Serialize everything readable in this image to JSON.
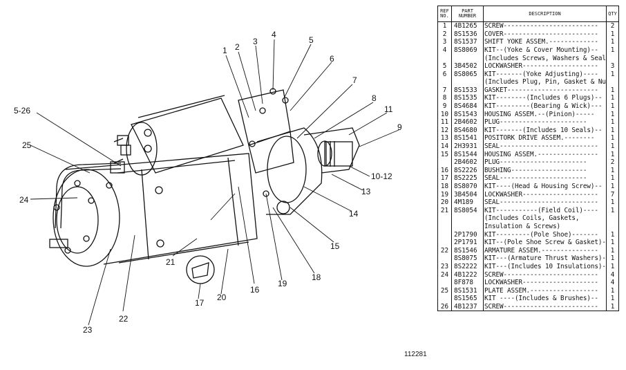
{
  "figure_number": "112281",
  "callouts": [
    "1",
    "2",
    "3",
    "4",
    "5",
    "6",
    "7",
    "8",
    "9",
    "10-12",
    "11",
    "13",
    "14",
    "15",
    "16",
    "17",
    "18",
    "19",
    "20",
    "21",
    "22",
    "23",
    "24",
    "25",
    "5-26"
  ],
  "table": {
    "headers": {
      "ref": "REF NO.",
      "part": "PART NUMBER",
      "desc": "DESCRIPTION",
      "qty": "QTY"
    },
    "rows": [
      {
        "ref": "1",
        "part": "4B1265",
        "desc": "SCREW-------------------------",
        "qty": "2"
      },
      {
        "ref": "2",
        "part": "8S1536",
        "desc": "COVER-------------------------",
        "qty": "1"
      },
      {
        "ref": "3",
        "part": "8S1537",
        "desc": "SHIFT YOKE ASSEM.-------------",
        "qty": "1"
      },
      {
        "ref": "4",
        "part": "8S8069",
        "desc": "KIT--(Yoke & Cover Mounting)--",
        "qty": "1"
      },
      {
        "ref": "",
        "part": "",
        "desc": "(Includes Screws, Washers & Seals)",
        "qty": ""
      },
      {
        "ref": "5",
        "part": "3B4502",
        "desc": "LOCKWASHER--------------------",
        "qty": "3"
      },
      {
        "ref": "6",
        "part": "8S8065",
        "desc": "KIT-------(Yoke Adjusting)----",
        "qty": "1"
      },
      {
        "ref": "",
        "part": "",
        "desc": "(Includes Plug, Pin, Gasket & Nut)",
        "qty": ""
      },
      {
        "ref": "7",
        "part": "8S1533",
        "desc": "GASKET------------------------",
        "qty": "1"
      },
      {
        "ref": "8",
        "part": "8S1535",
        "desc": "KIT--------(Includes 6 Plugs)--",
        "qty": "1"
      },
      {
        "ref": "9",
        "part": "8S4684",
        "desc": "KIT---------(Bearing & Wick)---",
        "qty": "1"
      },
      {
        "ref": "10",
        "part": "8S1543",
        "desc": "HOUSING ASSEM.--(Pinion)-----",
        "qty": "1"
      },
      {
        "ref": "11",
        "part": "2B4602",
        "desc": "   PLUG-----------------------",
        "qty": "1"
      },
      {
        "ref": "12",
        "part": "8S4680",
        "desc": "KIT-------(Includes 10 Seals)--",
        "qty": "1"
      },
      {
        "ref": "13",
        "part": "8S1541",
        "desc": "POSITORK DRIVE ASSEM.--------",
        "qty": "1"
      },
      {
        "ref": "14",
        "part": "2H3931",
        "desc": "SEAL--------------------------",
        "qty": "1"
      },
      {
        "ref": "15",
        "part": "8S1544",
        "desc": "HOUSING ASSEM.----------------",
        "qty": "1"
      },
      {
        "ref": "",
        "part": "2B4602",
        "desc": "   PLUG-----------------------",
        "qty": "2"
      },
      {
        "ref": "16",
        "part": "8S2226",
        "desc": "   BUSHING--------------------",
        "qty": "1"
      },
      {
        "ref": "17",
        "part": "8S2225",
        "desc": "   SEAL-----------------------",
        "qty": "1"
      },
      {
        "ref": "18",
        "part": "8S8070",
        "desc": "KIT----(Head & Housing Screw)--",
        "qty": "1"
      },
      {
        "ref": "19",
        "part": "3B4504",
        "desc": "LOCKWASHER--------------------",
        "qty": "7"
      },
      {
        "ref": "20",
        "part": "4M189",
        "desc": "SEAL--------------------------",
        "qty": "1"
      },
      {
        "ref": "21",
        "part": "8S8054",
        "desc": "KIT-----------(Field Coil)----",
        "qty": "1"
      },
      {
        "ref": "",
        "part": "",
        "desc": "(Includes Coils, Gaskets,",
        "qty": ""
      },
      {
        "ref": "",
        "part": "",
        "desc": "           Insulation & Screws)",
        "qty": ""
      },
      {
        "ref": "",
        "part": "2P1790",
        "desc": "KIT---------(Pole Shoe)-------",
        "qty": "1"
      },
      {
        "ref": "",
        "part": "2P1791",
        "desc": "KIT--(Pole Shoe Screw & Gasket)-",
        "qty": "1"
      },
      {
        "ref": "22",
        "part": "8S1546",
        "desc": "ARMATURE ASSEM.---------------",
        "qty": "1"
      },
      {
        "ref": "",
        "part": "8S8075",
        "desc": "KIT---(Armature Thrust Washers)-",
        "qty": "1"
      },
      {
        "ref": "23",
        "part": "8S2222",
        "desc": "KIT---(Includes 10 Insulations)--",
        "qty": "1"
      },
      {
        "ref": "24",
        "part": "4B1222",
        "desc": "SCREW-------------------------",
        "qty": "4"
      },
      {
        "ref": "",
        "part": "8F878",
        "desc": "LOCKWASHER--------------------",
        "qty": "4"
      },
      {
        "ref": "25",
        "part": "8S1531",
        "desc": "PLATE ASSEM.------------------",
        "qty": "1"
      },
      {
        "ref": "",
        "part": "8S1565",
        "desc": "KIT   ----(Includes & Brushes)--",
        "qty": "1"
      },
      {
        "ref": "26",
        "part": "4B1237",
        "desc": "SCREW-------------------------",
        "qty": "1"
      }
    ]
  }
}
